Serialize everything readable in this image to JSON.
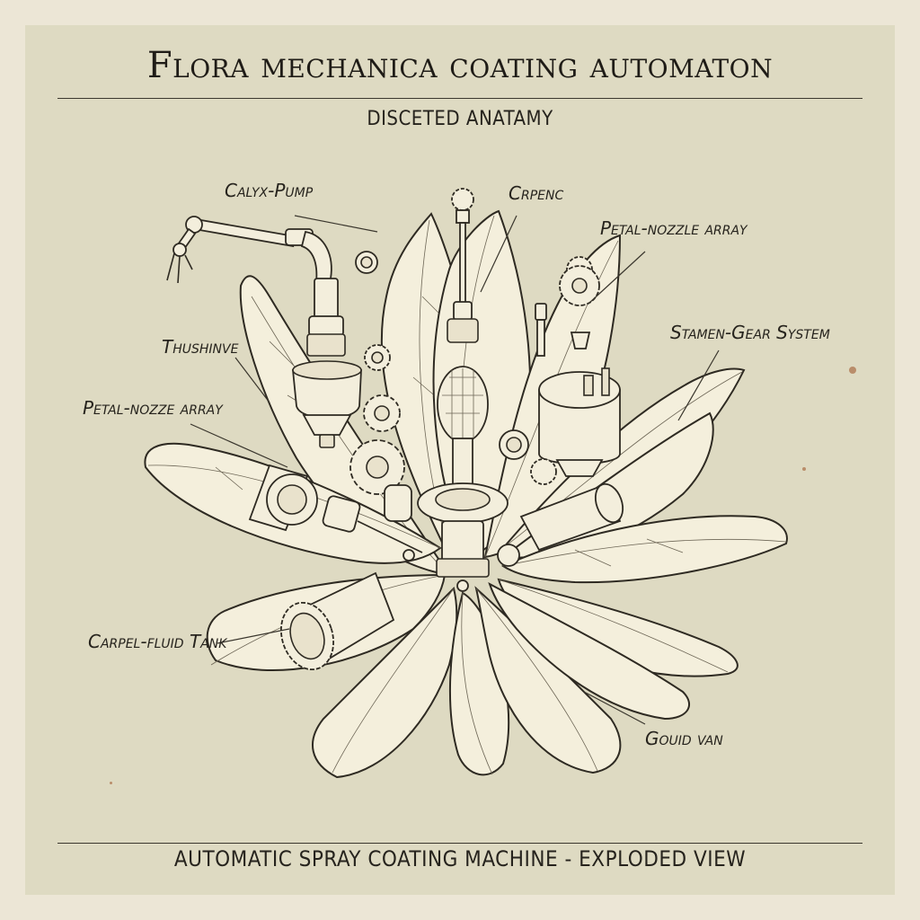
{
  "title": "Flora mechanica coating automaton",
  "subtitle": "DISCETED ANATAMY",
  "footer": "AUTOMATIC SPRAY COATING MACHINE - EXPLODED VIEW",
  "labels": {
    "calyx_pump": "Calyx-Pump",
    "crpenc": "Crpenc",
    "petal_nozzle_array_right": "Petal-nozzle array",
    "stamen_gear_system": "Stamen-Gear System",
    "thushinve": "Thushinve",
    "petal_nozze_array_left": "Petal-nozze array",
    "carpel_fluid_tank": "Carpel-fluid Tank",
    "gouid_van": "Gouid van"
  },
  "colors": {
    "paper": "#dedac2",
    "border": "#ece6d6",
    "petal": "#f4efdc",
    "ink": "#2e2a22"
  }
}
